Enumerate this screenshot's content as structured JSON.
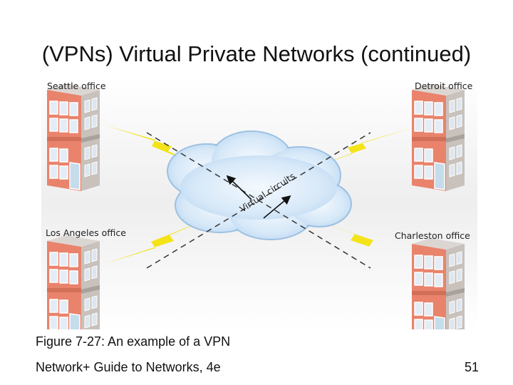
{
  "slide": {
    "title": "(VPNs) Virtual Private Networks (continued)",
    "caption": "Figure 7-27: An example of a VPN",
    "footer": "Network+ Guide to Networks, 4e",
    "page_number": "51"
  },
  "diagram": {
    "offices": {
      "seattle": "Seattle office",
      "detroit": "Detroit office",
      "los_angeles": "Los Angeles office",
      "charleston": "Charleston office"
    },
    "cloud_label": "Virtual circuits"
  },
  "colors": {
    "building_red": "#e9836c",
    "building_shadow": "#b8b0ab",
    "building_roof": "#d9d4d0",
    "window_glass": "#dfe9f2",
    "lightning": "#f2e11a",
    "cloud_fill": "#cfe3f5",
    "cloud_stroke": "#8fb7dd",
    "figure_background": "#f0f0f0"
  }
}
